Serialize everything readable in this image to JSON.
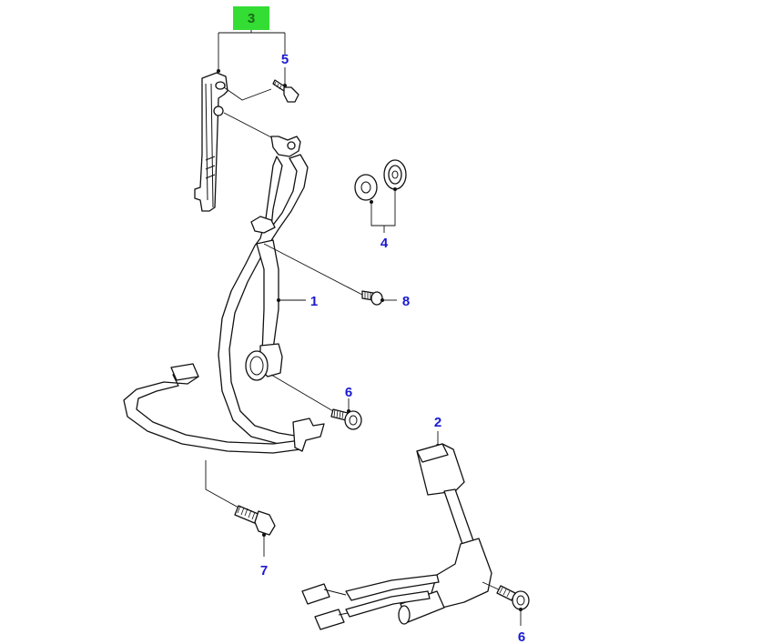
{
  "diagram": {
    "callouts": [
      {
        "id": "callout-3",
        "label": "3",
        "highlighted": true
      },
      {
        "id": "callout-5",
        "label": "5",
        "highlighted": false
      },
      {
        "id": "callout-4",
        "label": "4",
        "highlighted": false
      },
      {
        "id": "callout-1",
        "label": "1",
        "highlighted": false
      },
      {
        "id": "callout-8",
        "label": "8",
        "highlighted": false
      },
      {
        "id": "callout-6-upper",
        "label": "6",
        "highlighted": false
      },
      {
        "id": "callout-2",
        "label": "2",
        "highlighted": false
      },
      {
        "id": "callout-7",
        "label": "7",
        "highlighted": false
      },
      {
        "id": "callout-6-lower",
        "label": "6",
        "highlighted": false
      }
    ],
    "colors": {
      "callout_text": "#1a1ad0",
      "highlight_fill": "#33dd33",
      "line_art": "#111111",
      "background": "#ffffff"
    }
  }
}
